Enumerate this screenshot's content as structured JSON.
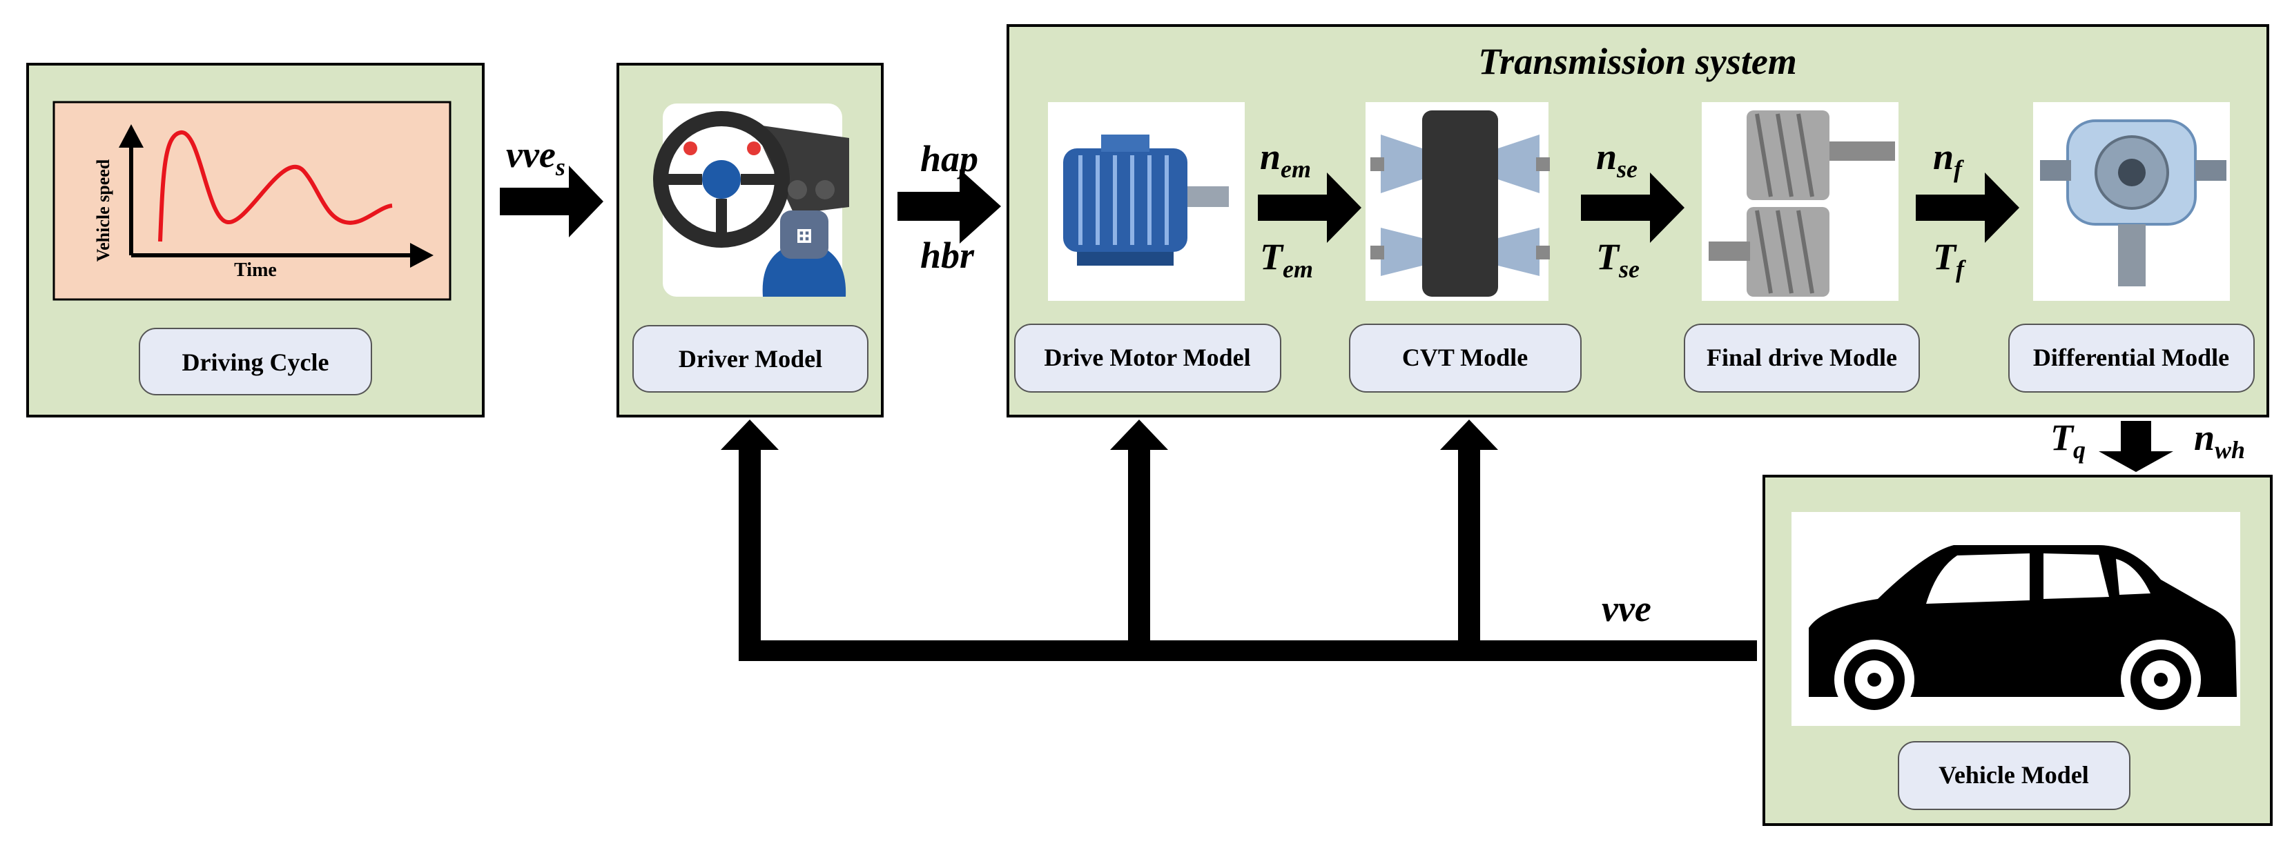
{
  "diagram": {
    "transmission_title": "Transmission system",
    "blocks": {
      "driving_cycle": {
        "label": "Driving Cycle",
        "plot_ylabel": "Vehicle speed",
        "plot_xlabel": "Time"
      },
      "driver_model": {
        "label": "Driver Model"
      },
      "drive_motor_model": {
        "label": "Drive Motor Model"
      },
      "cvt_model": {
        "label": "CVT Modle"
      },
      "final_drive_model": {
        "label": "Final drive Modle"
      },
      "differential_model": {
        "label": "Differential Modle"
      },
      "vehicle_model": {
        "label": "Vehicle Model"
      }
    },
    "signals": {
      "vves": {
        "main": "vve",
        "sub": "s"
      },
      "hap": {
        "main": "hap"
      },
      "hbr": {
        "main": "hbr"
      },
      "nem": {
        "main": "n",
        "sub": "em"
      },
      "tem": {
        "main": "T",
        "sub": "em"
      },
      "nse": {
        "main": "n",
        "sub": "se"
      },
      "tse": {
        "main": "T",
        "sub": "se"
      },
      "nf": {
        "main": "n",
        "sub": "f"
      },
      "tf": {
        "main": "T",
        "sub": "f"
      },
      "tq": {
        "main": "T",
        "sub": "q"
      },
      "nwh": {
        "main": "n",
        "sub": "wh"
      },
      "vve": {
        "main": "vve"
      }
    },
    "colors": {
      "block_fill": "#d9e5c5",
      "pill_fill": "#e6eaf5",
      "plot_fill": "#f8d4bd",
      "curve": "#e8151d",
      "line": "#000000"
    }
  }
}
